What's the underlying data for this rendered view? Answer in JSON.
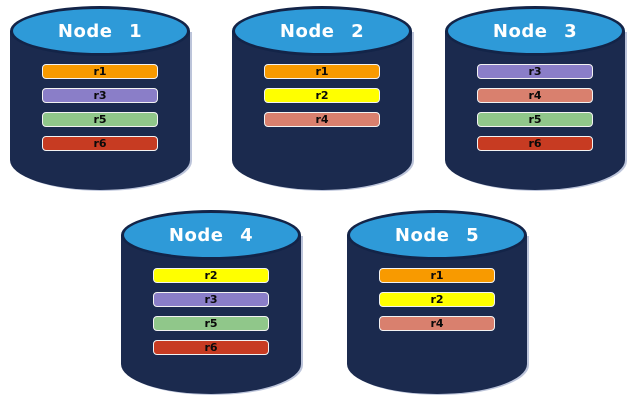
{
  "diagram": {
    "description": "Five database node cylinders holding colored replica bars",
    "background": "#ffffff"
  },
  "colors": {
    "cylinder_body": "#1B2A4E",
    "cylinder_top": "#2E9AD8",
    "cylinder_outline": "#132448",
    "title_color": "#ffffff",
    "bar_border": "#f2f2f2",
    "bar_text": "#0a0a0a"
  },
  "replica_colors": {
    "r1": "#F89A00",
    "r2": "#FFFF00",
    "r3": "#8A7EC8",
    "r4": "#D9806E",
    "r5": "#90C78A",
    "r6": "#C73B22"
  },
  "nodes": [
    {
      "title": "Node 1",
      "replicas": [
        "r1",
        "r3",
        "r5",
        "r6"
      ]
    },
    {
      "title": "Node 2",
      "replicas": [
        "r1",
        "r2",
        "r4"
      ]
    },
    {
      "title": "Node 3",
      "replicas": [
        "r3",
        "r4",
        "r5",
        "r6"
      ]
    },
    {
      "title": "Node 4",
      "replicas": [
        "r2",
        "r3",
        "r5",
        "r6"
      ]
    },
    {
      "title": "Node 5",
      "replicas": [
        "r1",
        "r2",
        "r4"
      ]
    }
  ]
}
